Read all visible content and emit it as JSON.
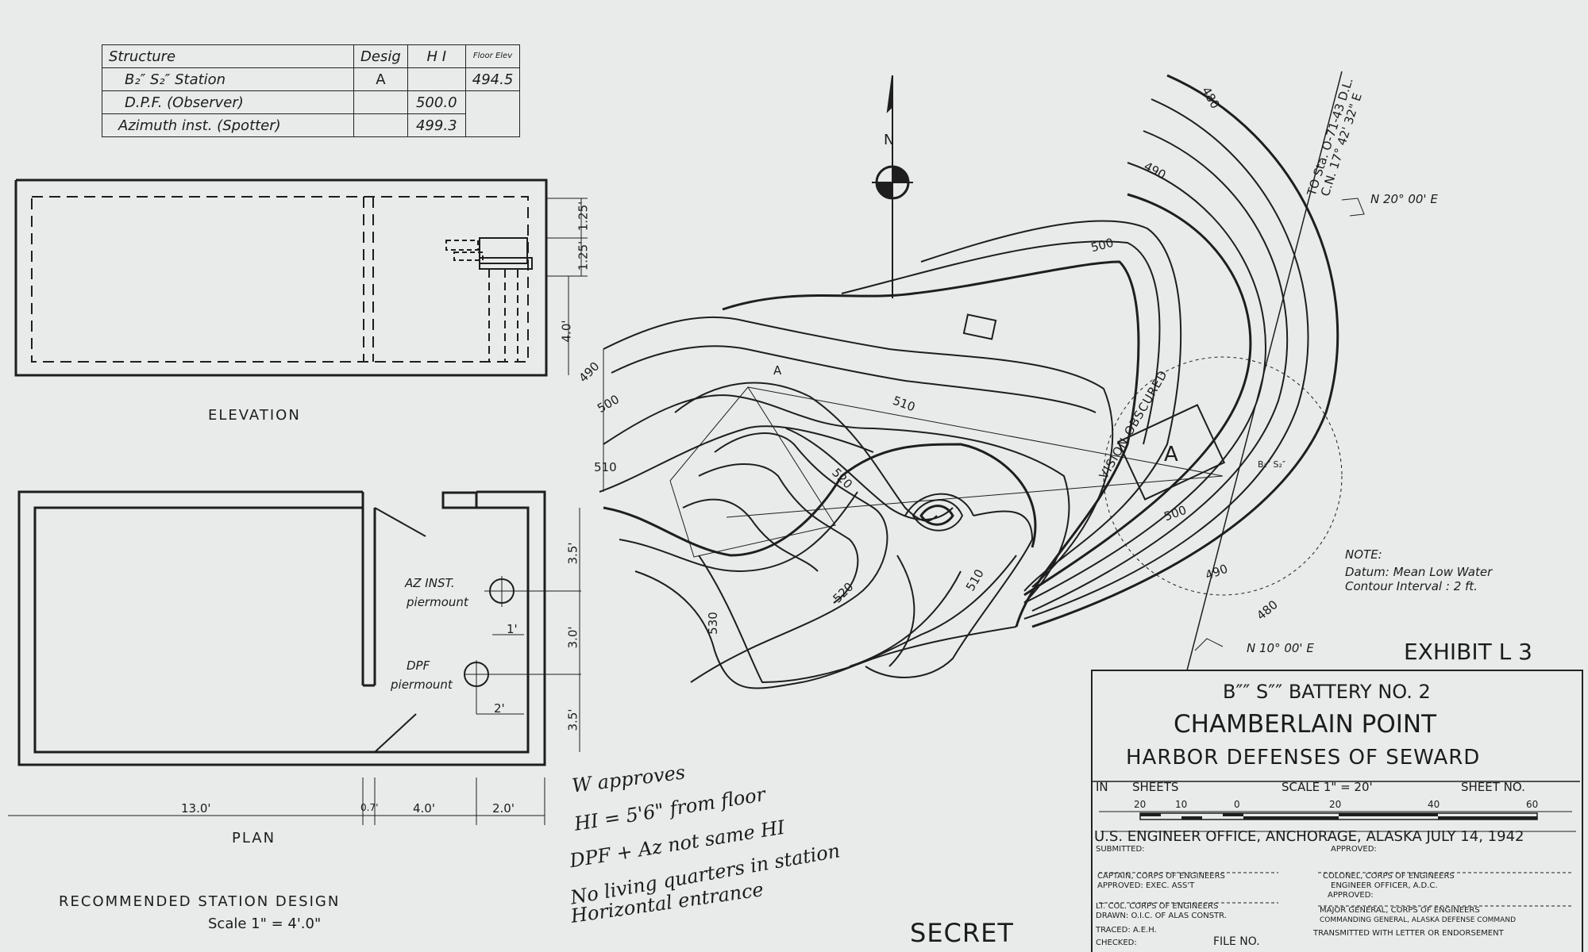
{
  "structure_table": {
    "headers": [
      "Structure",
      "Desig",
      "H I",
      "Floor Elev"
    ],
    "rows": [
      [
        "B₂″ S₂″ Station",
        "A",
        "",
        "494.5"
      ],
      [
        "D.P.F. (Observer)",
        "",
        "500.0",
        ""
      ],
      [
        "Azimuth inst. (Spotter)",
        "",
        "499.3",
        ""
      ]
    ]
  },
  "elevation": {
    "label": "ELEVATION",
    "dims": [
      "1.25'",
      "1.25'",
      "4.0'"
    ]
  },
  "plan": {
    "label": "PLAN",
    "az_inst": "AZ INST.",
    "dpf": "DPF",
    "piermount": "piermount",
    "dims_right": [
      "3.5'",
      "3.0'",
      "3.5'"
    ],
    "dims_small": [
      "1'",
      "2'"
    ],
    "dims_bottom": [
      "13.0'",
      "0.7'",
      "4.0'",
      "2.0'"
    ]
  },
  "design_title": "RECOMMENDED   STATION   DESIGN",
  "design_scale": "Scale 1\" = 4'.0\"",
  "handwritten": [
    "W approves",
    "HI = 5'6\" from floor",
    "DPF + Az not same HI",
    "No living quarters in station",
    "Horizontal entrance"
  ],
  "map": {
    "north_label": "N",
    "contours": [
      "480",
      "490",
      "500",
      "510",
      "520",
      "530"
    ],
    "station_label": "A",
    "station_b": "B₂″ S₂″",
    "vision": "VISION OBSCURED",
    "bearing_1": "TO Sta. O-71-43 D.L.",
    "bearing_2": "C.N. 17° 42' 32\" E",
    "north_20": "N 20° 00' E",
    "north_10": "N 10° 00' E",
    "note_title": "NOTE:",
    "note_line1": "Datum: Mean Low Water",
    "note_line2": "Contour Interval : 2 ft."
  },
  "exhibit": "EXHIBIT  L 3",
  "title_block": {
    "line1": "B″″ S″″ BATTERY NO. 2",
    "line2": "CHAMBERLAIN POINT",
    "line3": "HARBOR  DEFENSES  OF  SEWARD",
    "in": "IN",
    "sheets": "SHEETS",
    "scale": "SCALE  1\" = 20'",
    "sheet_no": "SHEET NO.",
    "scale_ticks": [
      "20",
      "10",
      "0",
      "20",
      "40",
      "60"
    ],
    "office": "U.S. ENGINEER OFFICE, ANCHORAGE, ALASKA   JULY 14, 1942",
    "submitted": "SUBMITTED:",
    "approved": "APPROVED:",
    "captain": "CAPTAIN, CORPS OF ENGINEERS",
    "approved_exec": "APPROVED:   EXEC. ASS'T",
    "colonel": "COLONEL, CORPS OF ENGINEERS",
    "eng_officer": "ENGINEER OFFICER, A.D.C.",
    "approved2": "APPROVED:",
    "lt_col": "LT. COL. CORPS OF ENGINEERS",
    "drawn": "DRAWN:    O.I.C. OF ALAS CONSTR.",
    "major": "MAJOR GENERAL, CORPS OF ENGINEERS",
    "commanding": "COMMANDING GENERAL, ALASKA DEFENSE COMMAND",
    "traced": "TRACED: A.E.H.",
    "transmitted": "TRANSMITTED WITH LETTER OR ENDORSEMENT",
    "checked": "CHECKED:",
    "file_no": "FILE NO."
  },
  "secret": "SECRET"
}
